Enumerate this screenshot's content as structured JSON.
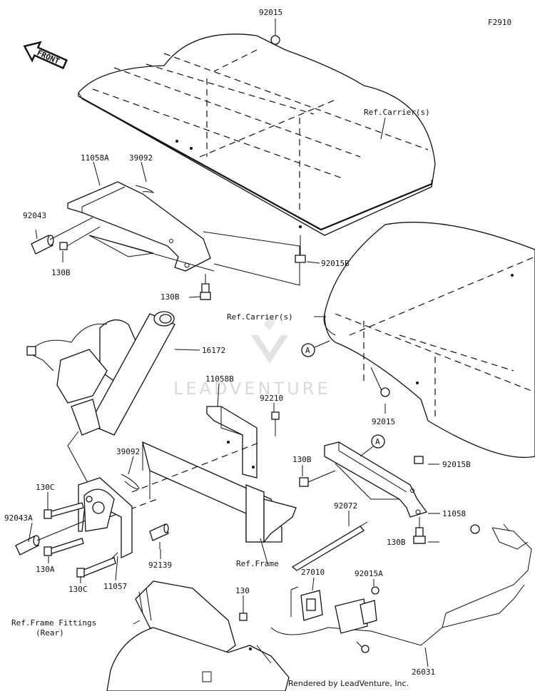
{
  "figure_code": "F2910",
  "front_arrow": "FRONT",
  "watermark": "LEADVENTURE",
  "footer": "Rendered by LeadVenture, Inc.",
  "callout_letter": "A",
  "references": {
    "carrier_top": "Ref.Carrier(s)",
    "carrier_mid": "Ref.Carrier(s)",
    "frame": "Ref.Frame",
    "frame_fittings_1": "Ref.Frame Fittings",
    "frame_fittings_2": "(Rear)"
  },
  "parts": {
    "p92015_top": "92015",
    "p11058A": "11058A",
    "p39092_top": "39092",
    "p92043": "92043",
    "p130B_a": "130B",
    "p130B_b": "130B",
    "p92015B_a": "92015B",
    "p16172": "16172",
    "p11058B": "11058B",
    "p92210": "92210",
    "p92015_mid": "92015",
    "p39092_mid": "39092",
    "p130C_a": "130C",
    "p92043A": "92043A",
    "p130A": "130A",
    "p130C_b": "130C",
    "p11057": "11057",
    "p92139": "92139",
    "p130B_c": "130B",
    "p92015B_b": "92015B",
    "p11058": "11058",
    "p92072": "92072",
    "p130B_d": "130B",
    "p27010": "27010",
    "p92015A": "92015A",
    "p130": "130",
    "p26031": "26031"
  }
}
